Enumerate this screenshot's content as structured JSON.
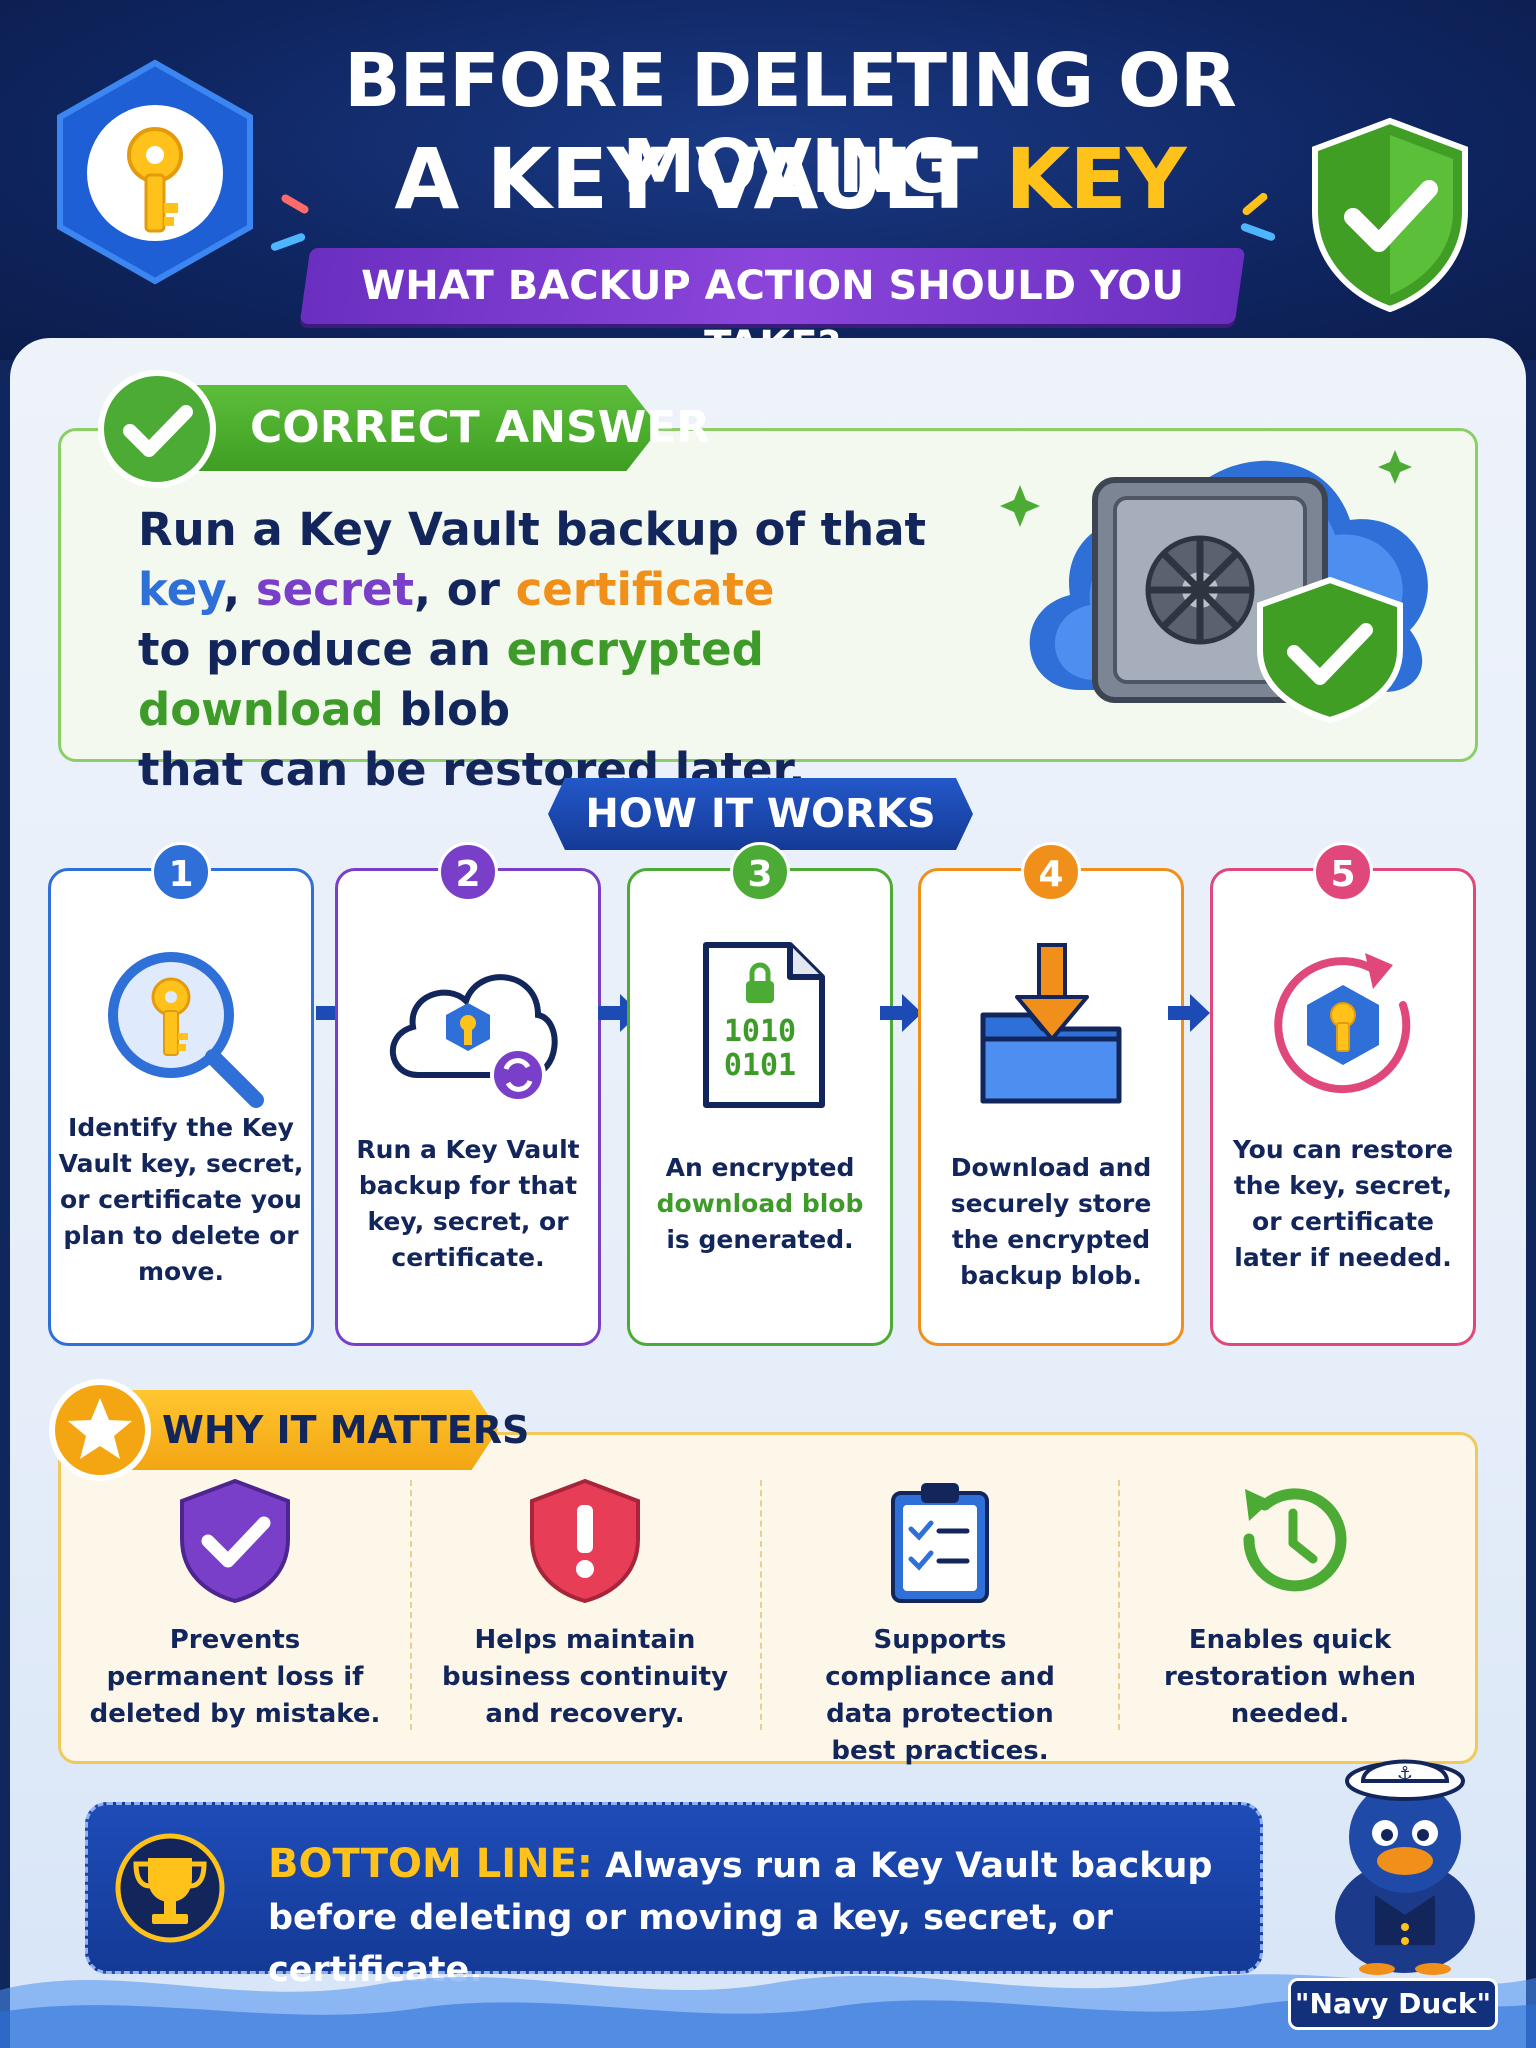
{
  "header": {
    "title_line1": "BEFORE DELETING OR MOVING",
    "title_line2_prefix": "A KEY VAULT ",
    "title_line2_accent": "KEY",
    "subtitle": "WHAT BACKUP ACTION SHOULD YOU TAKE?"
  },
  "answer": {
    "label": "CORRECT ANSWER",
    "line1": "Run a Key Vault backup of that",
    "line2_key": "key",
    "line2_sep1": ", ",
    "line2_secret": "secret",
    "line2_sep2": ", or ",
    "line2_cert": "certificate",
    "line3_prefix": "to produce an ",
    "line3_accent": "encrypted download",
    "line3_suffix": " blob",
    "line4": "that can be restored later."
  },
  "how_it_works": {
    "label": "HOW IT WORKS",
    "steps": [
      {
        "num": "1",
        "text": "Identify the Key Vault key, secret, or certificate you plan to delete or move.",
        "color": "#2f6fd8"
      },
      {
        "num": "2",
        "text": "Run a Key Vault backup for that key, secret, or certificate.",
        "color": "#7a3fc8"
      },
      {
        "num": "3",
        "text_prefix": "An encrypted",
        "text_accent": "download blob",
        "text_suffix": "is generated.",
        "color": "#4bab35",
        "file_text_1": "1010",
        "file_text_2": "0101"
      },
      {
        "num": "4",
        "text": "Download and securely store the encrypted backup blob.",
        "color": "#f0901a"
      },
      {
        "num": "5",
        "text": "You can restore the key, secret, or certificate later if needed.",
        "color": "#e0487c"
      }
    ]
  },
  "why_it_matters": {
    "label": "WHY IT MATTERS",
    "items": [
      {
        "text": "Prevents permanent loss if deleted by mistake.",
        "icon": "purple-shield-check-icon"
      },
      {
        "text": "Helps maintain business continuity and recovery.",
        "icon": "red-shield-alert-icon"
      },
      {
        "text": "Supports compliance and data protection best practices.",
        "icon": "clipboard-checklist-icon"
      },
      {
        "text": "Enables quick restoration when needed.",
        "icon": "history-clock-icon"
      }
    ]
  },
  "bottom_line": {
    "label": "BOTTOM LINE:",
    "text": "Always run a Key Vault backup before deleting or moving a key, secret, or certificate."
  },
  "mascot": {
    "label": "\"Navy Duck\""
  },
  "colors": {
    "navy": "#13265c",
    "accent_yellow": "#ffc21a",
    "green": "#4bab35",
    "purple": "#7a3fc8",
    "blue": "#2f6fd8",
    "orange": "#f0901a",
    "pink": "#e0487c"
  }
}
